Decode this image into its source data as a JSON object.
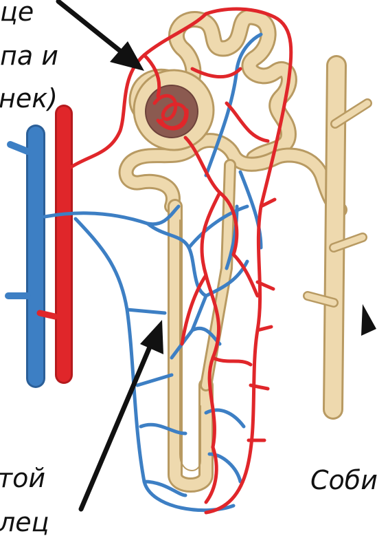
{
  "labels": {
    "top_left_line1": "це",
    "top_left_line2": "па и",
    "top_left_line3": "нек)",
    "bottom_left_line1": "той",
    "bottom_left_line2": "лец",
    "bottom_right": "Соби"
  },
  "colors": {
    "artery": "#e0262a",
    "vein": "#3d7fc4",
    "tubule": "#eed9ae",
    "tubule_edge": "#b89a62",
    "capsule_inner": "#8b5a50",
    "arrow": "#111111"
  }
}
